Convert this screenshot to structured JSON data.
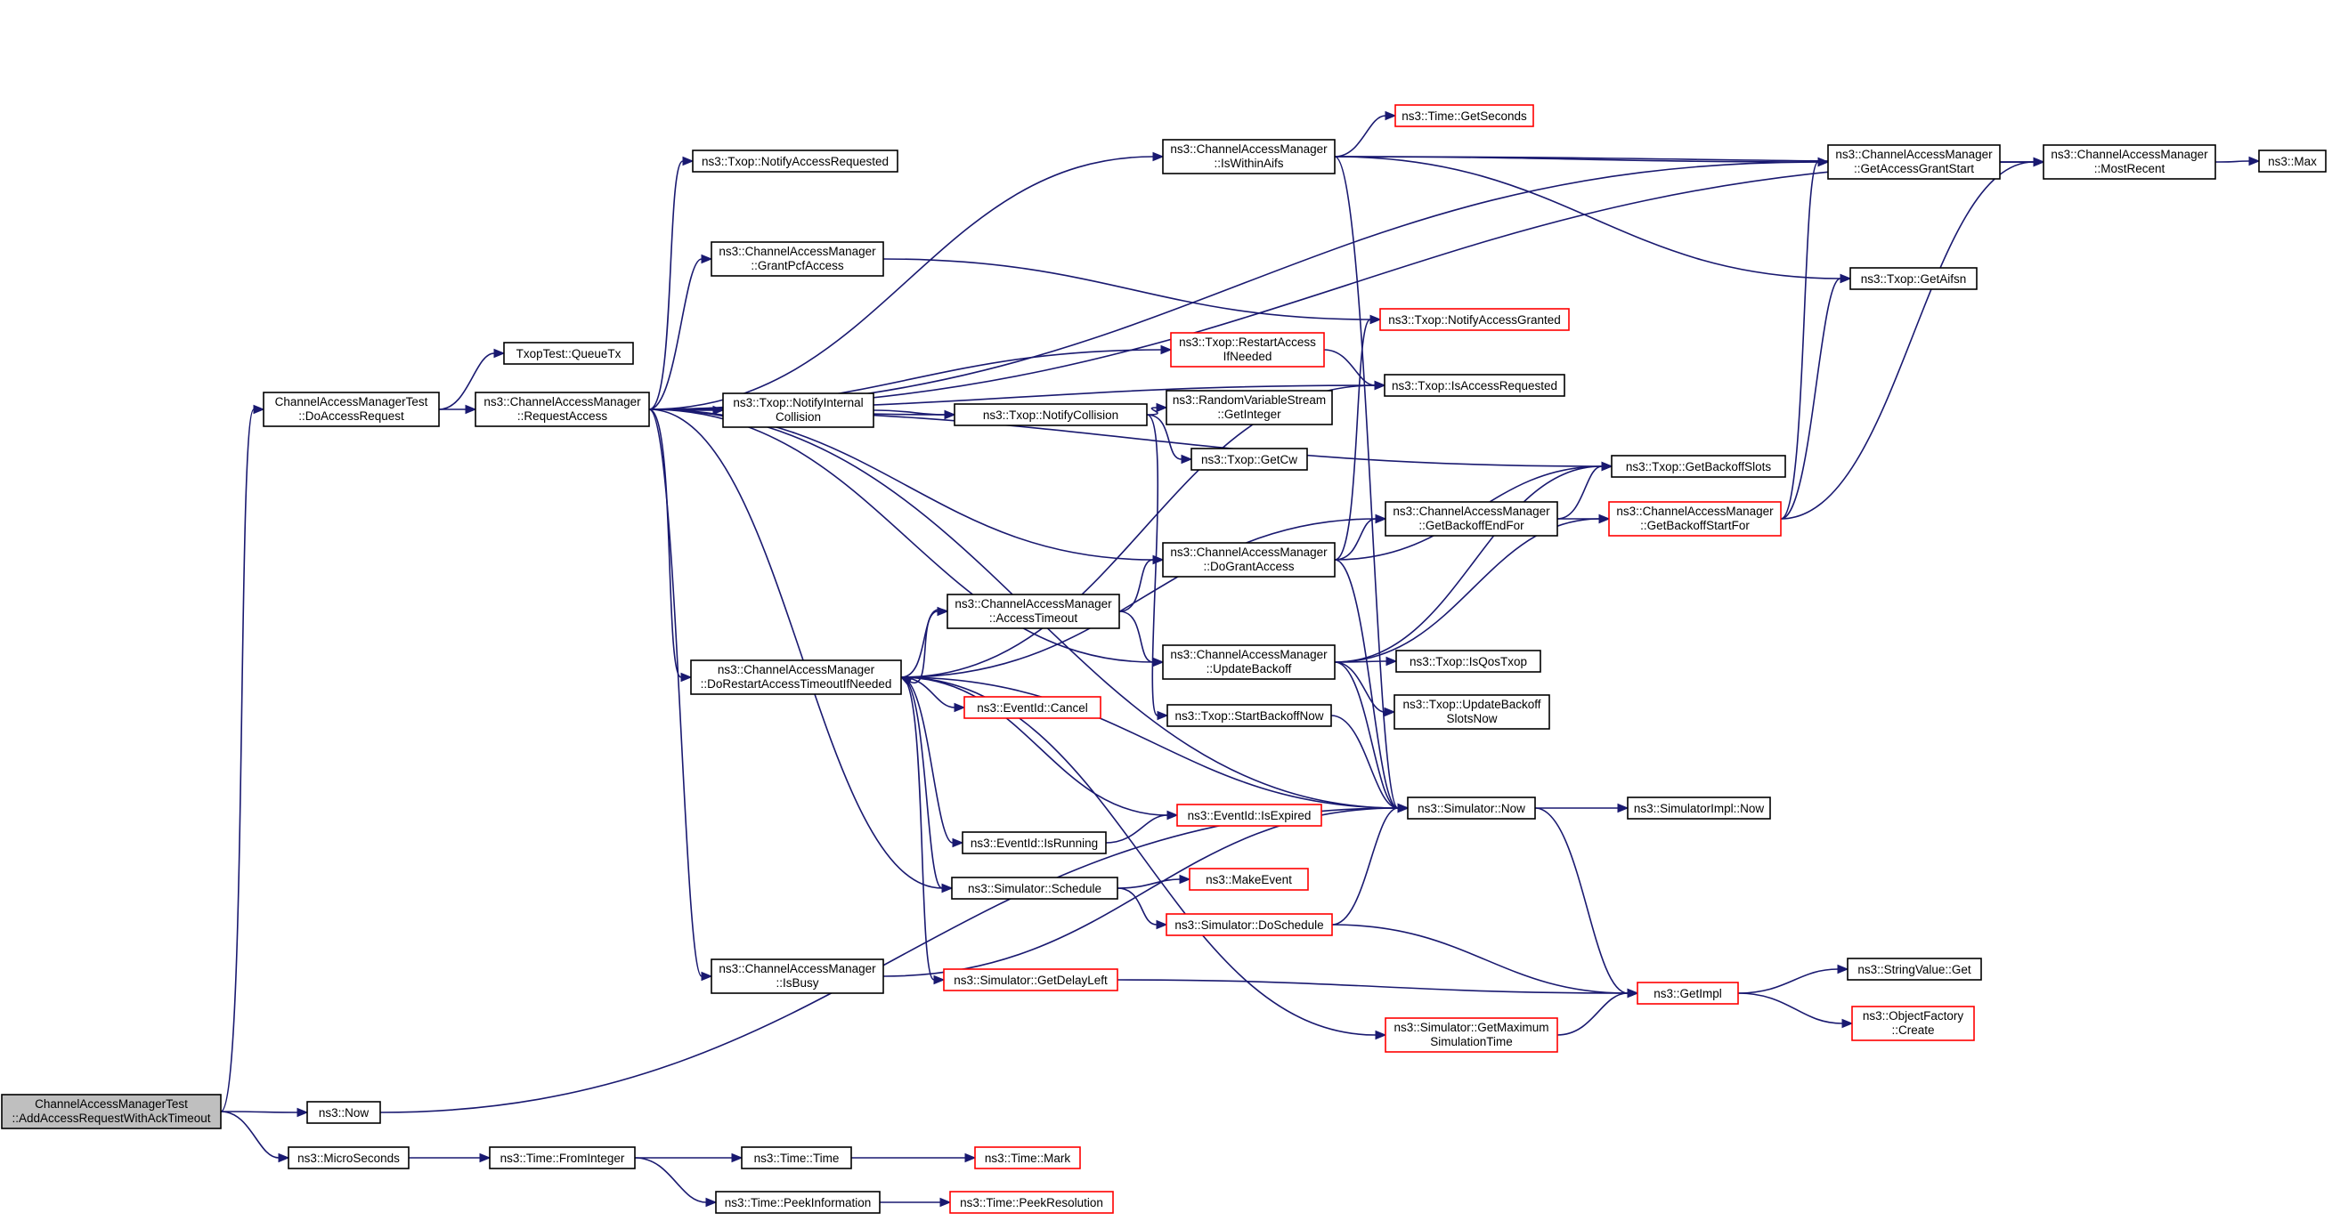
{
  "colors": {
    "edge": "#191970",
    "node_border": "#000000",
    "node_border_external": "#ff0000",
    "root_fill": "#bfbfbf"
  },
  "nodes": [
    {
      "id": "root",
      "lines": [
        "ChannelAccessManagerTest",
        "::AddAccessRequestWithAckTimeout"
      ],
      "external": false,
      "root": true
    },
    {
      "id": "doAccessRequest",
      "lines": [
        "ChannelAccessManagerTest",
        "::DoAccessRequest"
      ],
      "external": false
    },
    {
      "id": "queueTx",
      "lines": [
        "TxopTest::QueueTx"
      ],
      "external": false
    },
    {
      "id": "requestAccess",
      "lines": [
        "ns3::ChannelAccessManager",
        "::RequestAccess"
      ],
      "external": false
    },
    {
      "id": "notifyAccessRequested",
      "lines": [
        "ns3::Txop::NotifyAccessRequested"
      ],
      "external": false
    },
    {
      "id": "grantPcfAccess",
      "lines": [
        "ns3::ChannelAccessManager",
        "::GrantPcfAccess"
      ],
      "external": false
    },
    {
      "id": "notifyInternalCollision",
      "lines": [
        "ns3::Txop::NotifyInternal",
        "Collision"
      ],
      "external": false
    },
    {
      "id": "doRestart",
      "lines": [
        "ns3::ChannelAccessManager",
        "::DoRestartAccessTimeoutIfNeeded"
      ],
      "external": false
    },
    {
      "id": "isBusy",
      "lines": [
        "ns3::ChannelAccessManager",
        "::IsBusy"
      ],
      "external": false
    },
    {
      "id": "now",
      "lines": [
        "ns3::Now"
      ],
      "external": false
    },
    {
      "id": "microSeconds",
      "lines": [
        "ns3::MicroSeconds"
      ],
      "external": false
    },
    {
      "id": "isWithinAifs",
      "lines": [
        "ns3::ChannelAccessManager",
        "::IsWithinAifs"
      ],
      "external": false
    },
    {
      "id": "getSeconds",
      "lines": [
        "ns3::Time::GetSeconds"
      ],
      "external": true
    },
    {
      "id": "getAccessGrantStart",
      "lines": [
        "ns3::ChannelAccessManager",
        "::GetAccessGrantStart"
      ],
      "external": false
    },
    {
      "id": "mostRecent",
      "lines": [
        "ns3::ChannelAccessManager",
        "::MostRecent"
      ],
      "external": false
    },
    {
      "id": "max",
      "lines": [
        "ns3::Max"
      ],
      "external": false
    },
    {
      "id": "getAifsn",
      "lines": [
        "ns3::Txop::GetAifsn"
      ],
      "external": false
    },
    {
      "id": "notifyAccessGranted",
      "lines": [
        "ns3::Txop::NotifyAccessGranted"
      ],
      "external": true
    },
    {
      "id": "restartAccess",
      "lines": [
        "ns3::Txop::RestartAccess",
        "IfNeeded"
      ],
      "external": true
    },
    {
      "id": "isAccessRequested",
      "lines": [
        "ns3::Txop::IsAccessRequested"
      ],
      "external": false
    },
    {
      "id": "notifyCollision",
      "lines": [
        "ns3::Txop::NotifyCollision"
      ],
      "external": false
    },
    {
      "id": "getInteger",
      "lines": [
        "ns3::RandomVariableStream",
        "::GetInteger"
      ],
      "external": false
    },
    {
      "id": "getCw",
      "lines": [
        "ns3::Txop::GetCw"
      ],
      "external": false
    },
    {
      "id": "getBackoffSlots",
      "lines": [
        "ns3::Txop::GetBackoffSlots"
      ],
      "external": false
    },
    {
      "id": "getBackoffEndFor",
      "lines": [
        "ns3::ChannelAccessManager",
        "::GetBackoffEndFor"
      ],
      "external": false
    },
    {
      "id": "getBackoffStartFor",
      "lines": [
        "ns3::ChannelAccessManager",
        "::GetBackoffStartFor"
      ],
      "external": true
    },
    {
      "id": "doGrantAccess",
      "lines": [
        "ns3::ChannelAccessManager",
        "::DoGrantAccess"
      ],
      "external": false
    },
    {
      "id": "accessTimeout",
      "lines": [
        "ns3::ChannelAccessManager",
        "::AccessTimeout"
      ],
      "external": false
    },
    {
      "id": "updateBackoff",
      "lines": [
        "ns3::ChannelAccessManager",
        "::UpdateBackoff"
      ],
      "external": false
    },
    {
      "id": "isQosTxop",
      "lines": [
        "ns3::Txop::IsQosTxop"
      ],
      "external": false
    },
    {
      "id": "updateBackoffSlotsNow",
      "lines": [
        "ns3::Txop::UpdateBackoff",
        "SlotsNow"
      ],
      "external": false
    },
    {
      "id": "startBackoffNow",
      "lines": [
        "ns3::Txop::StartBackoffNow"
      ],
      "external": false
    },
    {
      "id": "eventCancel",
      "lines": [
        "ns3::EventId::Cancel"
      ],
      "external": true
    },
    {
      "id": "isExpired",
      "lines": [
        "ns3::EventId::IsExpired"
      ],
      "external": true
    },
    {
      "id": "isRunning",
      "lines": [
        "ns3::EventId::IsRunning"
      ],
      "external": false
    },
    {
      "id": "schedule",
      "lines": [
        "ns3::Simulator::Schedule"
      ],
      "external": false
    },
    {
      "id": "makeEvent",
      "lines": [
        "ns3::MakeEvent"
      ],
      "external": true
    },
    {
      "id": "doSchedule",
      "lines": [
        "ns3::Simulator::DoSchedule"
      ],
      "external": true
    },
    {
      "id": "getDelayLeft",
      "lines": [
        "ns3::Simulator::GetDelayLeft"
      ],
      "external": true
    },
    {
      "id": "getMaxSimTime",
      "lines": [
        "ns3::Simulator::GetMaximum",
        "SimulationTime"
      ],
      "external": true
    },
    {
      "id": "simNow",
      "lines": [
        "ns3::Simulator::Now"
      ],
      "external": false
    },
    {
      "id": "simImplNow",
      "lines": [
        "ns3::SimulatorImpl::Now"
      ],
      "external": false
    },
    {
      "id": "getImpl",
      "lines": [
        "ns3::GetImpl"
      ],
      "external": true
    },
    {
      "id": "stringValueGet",
      "lines": [
        "ns3::StringValue::Get"
      ],
      "external": false
    },
    {
      "id": "objectFactoryCreate",
      "lines": [
        "ns3::ObjectFactory",
        "::Create"
      ],
      "external": true
    },
    {
      "id": "fromInteger",
      "lines": [
        "ns3::Time::FromInteger"
      ],
      "external": false
    },
    {
      "id": "timeTime",
      "lines": [
        "ns3::Time::Time"
      ],
      "external": false
    },
    {
      "id": "timeMark",
      "lines": [
        "ns3::Time::Mark"
      ],
      "external": true
    },
    {
      "id": "peekInformation",
      "lines": [
        "ns3::Time::PeekInformation"
      ],
      "external": false
    },
    {
      "id": "peekResolution",
      "lines": [
        "ns3::Time::PeekResolution"
      ],
      "external": true
    }
  ],
  "edges": [
    [
      "root",
      "doAccessRequest"
    ],
    [
      "root",
      "now"
    ],
    [
      "root",
      "microSeconds"
    ],
    [
      "doAccessRequest",
      "queueTx"
    ],
    [
      "doAccessRequest",
      "requestAccess"
    ],
    [
      "requestAccess",
      "notifyAccessRequested"
    ],
    [
      "requestAccess",
      "grantPcfAccess"
    ],
    [
      "requestAccess",
      "isWithinAifs"
    ],
    [
      "requestAccess",
      "getAccessGrantStart"
    ],
    [
      "requestAccess",
      "mostRecent"
    ],
    [
      "requestAccess",
      "getBackoffSlots"
    ],
    [
      "requestAccess",
      "isAccessRequested"
    ],
    [
      "requestAccess",
      "restartAccess"
    ],
    [
      "requestAccess",
      "notifyInternalCollision"
    ],
    [
      "requestAccess",
      "notifyCollision"
    ],
    [
      "requestAccess",
      "doGrantAccess"
    ],
    [
      "requestAccess",
      "doRestart"
    ],
    [
      "requestAccess",
      "updateBackoff"
    ],
    [
      "requestAccess",
      "schedule"
    ],
    [
      "requestAccess",
      "isBusy"
    ],
    [
      "requestAccess",
      "simNow"
    ],
    [
      "grantPcfAccess",
      "notifyAccessGranted"
    ],
    [
      "isWithinAifs",
      "getSeconds"
    ],
    [
      "isWithinAifs",
      "getAccessGrantStart"
    ],
    [
      "isWithinAifs",
      "mostRecent"
    ],
    [
      "isWithinAifs",
      "getAifsn"
    ],
    [
      "isWithinAifs",
      "simNow"
    ],
    [
      "getAccessGrantStart",
      "mostRecent"
    ],
    [
      "mostRecent",
      "max"
    ],
    [
      "restartAccess",
      "isAccessRequested"
    ],
    [
      "notifyInternalCollision",
      "notifyCollision"
    ],
    [
      "notifyCollision",
      "getInteger"
    ],
    [
      "notifyCollision",
      "getCw"
    ],
    [
      "notifyCollision",
      "startBackoffNow"
    ],
    [
      "doRestart",
      "isAccessRequested"
    ],
    [
      "doRestart",
      "getBackoffEndFor"
    ],
    [
      "doRestart",
      "accessTimeout"
    ],
    [
      "doRestart",
      "eventCancel"
    ],
    [
      "doRestart",
      "isExpired"
    ],
    [
      "doRestart",
      "isRunning"
    ],
    [
      "doRestart",
      "schedule"
    ],
    [
      "doRestart",
      "getDelayLeft"
    ],
    [
      "doRestart",
      "getMaxSimTime"
    ],
    [
      "doRestart",
      "simNow"
    ],
    [
      "accessTimeout",
      "doRestart"
    ],
    [
      "accessTimeout",
      "doGrantAccess"
    ],
    [
      "accessTimeout",
      "updateBackoff"
    ],
    [
      "doGrantAccess",
      "notifyAccessGranted"
    ],
    [
      "doGrantAccess",
      "getBackoffEndFor"
    ],
    [
      "doGrantAccess",
      "getBackoffSlots"
    ],
    [
      "doGrantAccess",
      "simNow"
    ],
    [
      "getBackoffEndFor",
      "getBackoffSlots"
    ],
    [
      "getBackoffEndFor",
      "getBackoffStartFor"
    ],
    [
      "getBackoffStartFor",
      "getAccessGrantStart"
    ],
    [
      "getBackoffStartFor",
      "getAifsn"
    ],
    [
      "getBackoffStartFor",
      "mostRecent"
    ],
    [
      "updateBackoff",
      "getBackoffStartFor"
    ],
    [
      "updateBackoff",
      "getBackoffSlots"
    ],
    [
      "updateBackoff",
      "isQosTxop"
    ],
    [
      "updateBackoff",
      "updateBackoffSlotsNow"
    ],
    [
      "updateBackoff",
      "simNow"
    ],
    [
      "startBackoffNow",
      "simNow"
    ],
    [
      "isRunning",
      "isExpired"
    ],
    [
      "schedule",
      "makeEvent"
    ],
    [
      "schedule",
      "doSchedule"
    ],
    [
      "doSchedule",
      "simNow"
    ],
    [
      "doSchedule",
      "getImpl"
    ],
    [
      "isBusy",
      "simNow"
    ],
    [
      "getDelayLeft",
      "getImpl"
    ],
    [
      "getMaxSimTime",
      "getImpl"
    ],
    [
      "simNow",
      "simImplNow"
    ],
    [
      "simNow",
      "getImpl"
    ],
    [
      "getImpl",
      "stringValueGet"
    ],
    [
      "getImpl",
      "objectFactoryCreate"
    ],
    [
      "now",
      "simNow"
    ],
    [
      "microSeconds",
      "fromInteger"
    ],
    [
      "fromInteger",
      "timeTime"
    ],
    [
      "fromInteger",
      "peekInformation"
    ],
    [
      "timeTime",
      "timeMark"
    ],
    [
      "peekInformation",
      "peekResolution"
    ]
  ]
}
